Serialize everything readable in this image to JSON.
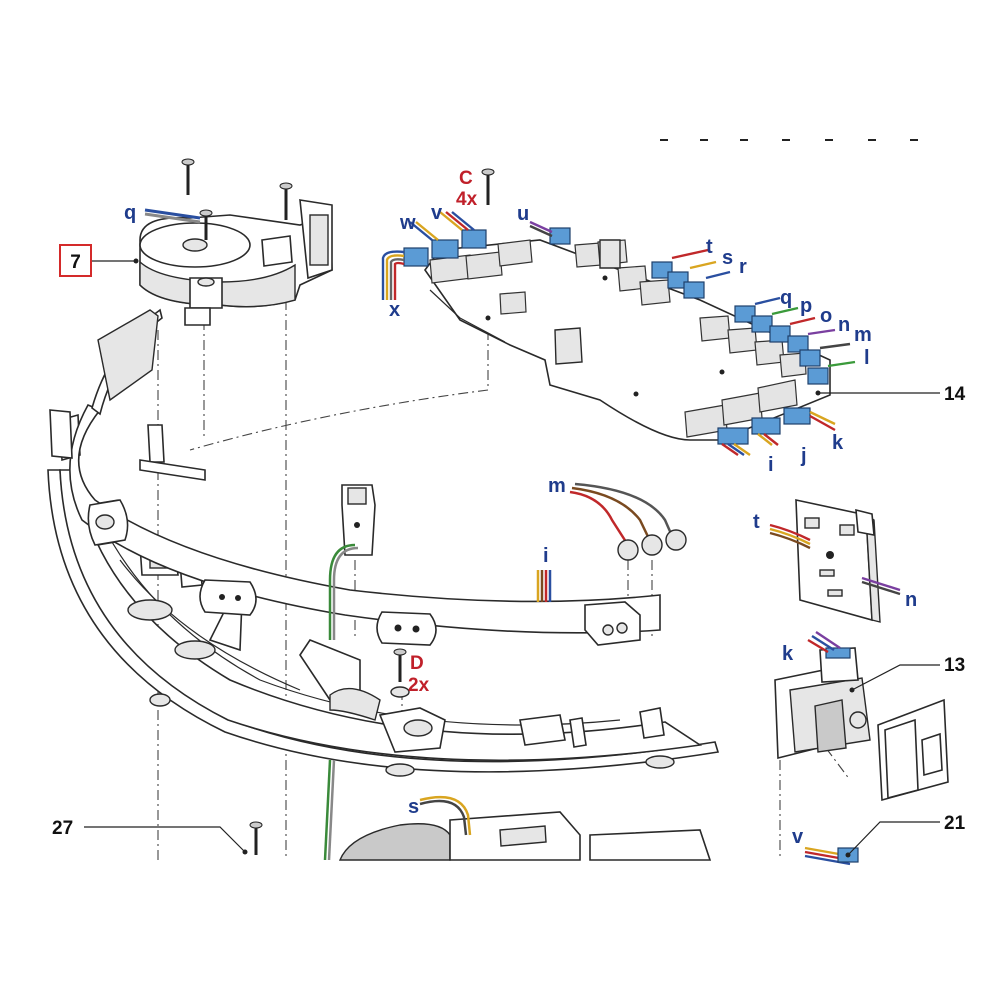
{
  "colors": {
    "wire_label": "#1f3c8c",
    "qty_label": "#c0202a",
    "callout_box": "#d42a2a",
    "connector_blue": "#5b9bd5"
  },
  "part_numbers": {
    "p7": "7",
    "p14": "14",
    "p13": "13",
    "p21": "21",
    "p27": "27"
  },
  "quantity_labels": {
    "c_letter": "C",
    "c_count": "4x",
    "d_letter": "D",
    "d_count": "2x"
  },
  "wire_labels": {
    "q_top": "q",
    "w": "w",
    "v_top": "v",
    "u": "u",
    "t_top": "t",
    "s_top": "s",
    "r": "r",
    "x": "x",
    "q_right": "q",
    "p": "p",
    "o": "o",
    "n_top": "n",
    "m_top": "m",
    "l": "l",
    "k_top": "k",
    "j": "j",
    "i_top": "i",
    "m_mid": "m",
    "i_mid": "i",
    "t_mid": "t",
    "n_mid": "n",
    "k_mid": "k",
    "s_bottom": "s",
    "v_bottom": "v"
  }
}
